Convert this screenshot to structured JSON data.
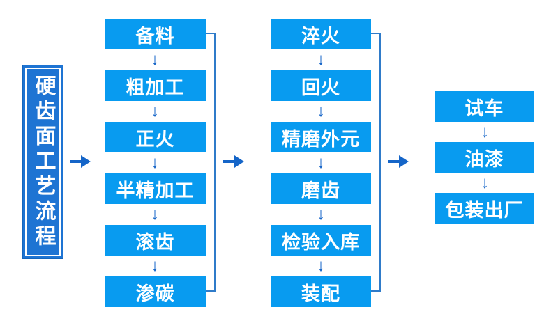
{
  "title": "硬齿面工艺流程",
  "columns": [
    {
      "steps": [
        "备料",
        "粗加工",
        "正火",
        "半精加工",
        "滚齿",
        "渗碳"
      ]
    },
    {
      "steps": [
        "淬火",
        "回火",
        "精磨外元",
        "磨齿",
        "检验入库",
        "装配"
      ]
    },
    {
      "steps": [
        "试车",
        "油漆",
        "包装出厂"
      ]
    }
  ],
  "icons": {
    "down_arrow": "↓"
  },
  "colors": {
    "background": "#ffffff",
    "step_box": "#089bf0",
    "title_box": "#1e74d3",
    "title_edge": "#1566bd",
    "title_border": "#ffffff",
    "arrow": "#1565c8",
    "connector": "#2f7bc9",
    "text": "#ffffff"
  }
}
